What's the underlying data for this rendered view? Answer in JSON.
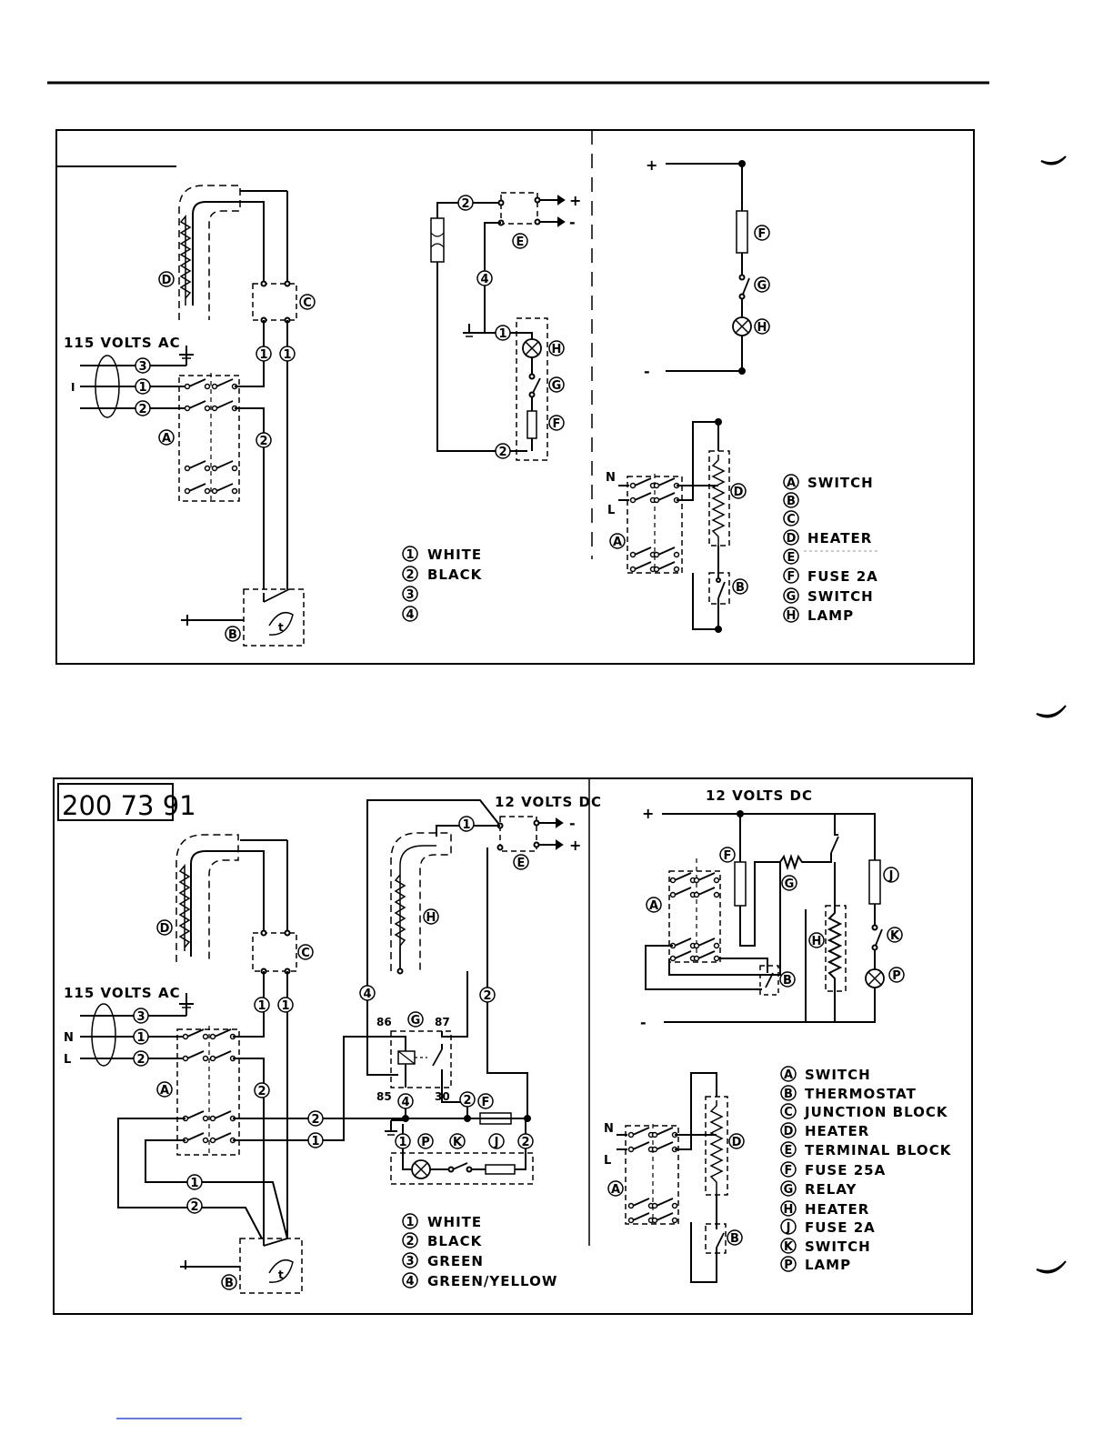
{
  "diagram1": {
    "supply_ac": "115 VOLTS AC",
    "mains": [
      "I"
    ],
    "ports": [
      "+",
      "-",
      "+",
      "-"
    ],
    "conductors": [
      "1",
      "2",
      "3",
      "4"
    ],
    "components": {
      "A": "A",
      "B": "B",
      "C": "C",
      "D": "D",
      "E": "E",
      "F": "F",
      "G": "G",
      "H": "H"
    },
    "legend_wires": [
      {
        "id": "1",
        "label": "WHITE"
      },
      {
        "id": "2",
        "label": "BLACK"
      },
      {
        "id": "3",
        "label": ""
      },
      {
        "id": "4",
        "label": ""
      }
    ],
    "legend_parts": [
      {
        "id": "A",
        "label": "SWITCH"
      },
      {
        "id": "B",
        "label": ""
      },
      {
        "id": "C",
        "label": ""
      },
      {
        "id": "D",
        "label": "HEATER"
      },
      {
        "id": "E",
        "label": ""
      },
      {
        "id": "F",
        "label": "FUSE 2A"
      },
      {
        "id": "G",
        "label": "SWITCH"
      },
      {
        "id": "H",
        "label": "LAMP"
      }
    ],
    "mains_small": [
      "N",
      "L"
    ]
  },
  "diagram2": {
    "model": "200 73 91",
    "supply_ac": "115 VOLTS AC",
    "supply_dc": "12 VOLTS DC",
    "supply_dc_right": "12 VOLTS DC",
    "mains": [
      "N",
      "L"
    ],
    "ports": [
      "-",
      "+",
      "+",
      "-"
    ],
    "relay_pins": [
      "86",
      "87",
      "85",
      "30"
    ],
    "conductors": [
      "1",
      "2",
      "3",
      "4"
    ],
    "components": {
      "A": "A",
      "B": "B",
      "C": "C",
      "D": "D",
      "E": "E",
      "F": "F",
      "G": "G",
      "H": "H",
      "J": "J",
      "K": "K",
      "P": "P"
    },
    "legend_wires": [
      {
        "id": "1",
        "label": "WHITE"
      },
      {
        "id": "2",
        "label": "BLACK"
      },
      {
        "id": "3",
        "label": "GREEN"
      },
      {
        "id": "4",
        "label": "GREEN/YELLOW"
      }
    ],
    "legend_parts": [
      {
        "id": "A",
        "label": "SWITCH"
      },
      {
        "id": "B",
        "label": "THERMOSTAT"
      },
      {
        "id": "C",
        "label": "JUNCTION BLOCK"
      },
      {
        "id": "D",
        "label": "HEATER"
      },
      {
        "id": "E",
        "label": "TERMINAL BLOCK"
      },
      {
        "id": "F",
        "label": "FUSE 25A"
      },
      {
        "id": "G",
        "label": "RELAY"
      },
      {
        "id": "H",
        "label": "HEATER"
      },
      {
        "id": "J",
        "label": "FUSE 2A"
      },
      {
        "id": "K",
        "label": "SWITCH"
      },
      {
        "id": "P",
        "label": "LAMP"
      }
    ],
    "mains_small": [
      "N",
      "L"
    ]
  }
}
